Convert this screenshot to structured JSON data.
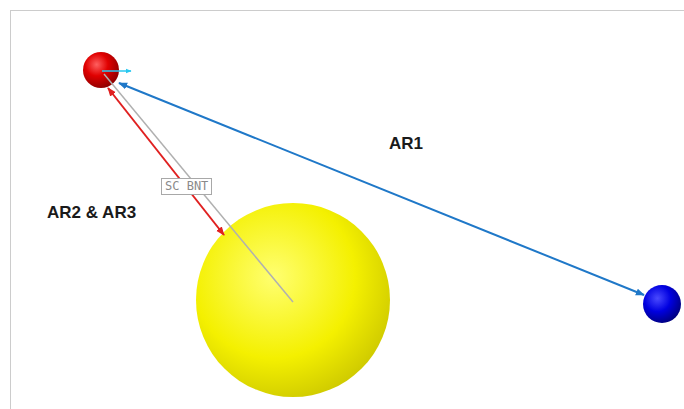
{
  "diagram": {
    "labels": [
      "AR1",
      "AR2 & AR3",
      "SC BNT"
    ]
  }
}
